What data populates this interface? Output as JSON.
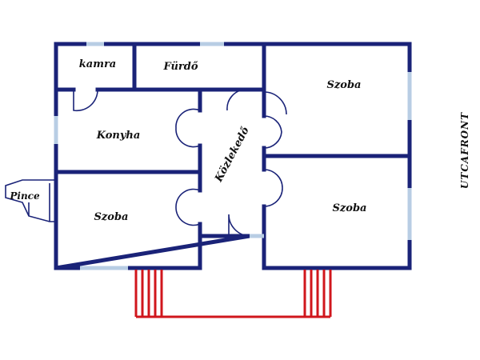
{
  "rooms": {
    "kamra": "kamra",
    "furdo": "Fürdő",
    "konyha": "Konyha",
    "kozlekedo": "Közlekedő",
    "szoba_left": "Szoba",
    "szoba_top_right": "Szoba",
    "szoba_bottom_right": "Szoba",
    "pince": "Pince"
  },
  "street_label": "UTCAFRONT",
  "colors": {
    "wall": "#1a2378",
    "window": "#b8cde4",
    "stair": "#d0161c"
  }
}
